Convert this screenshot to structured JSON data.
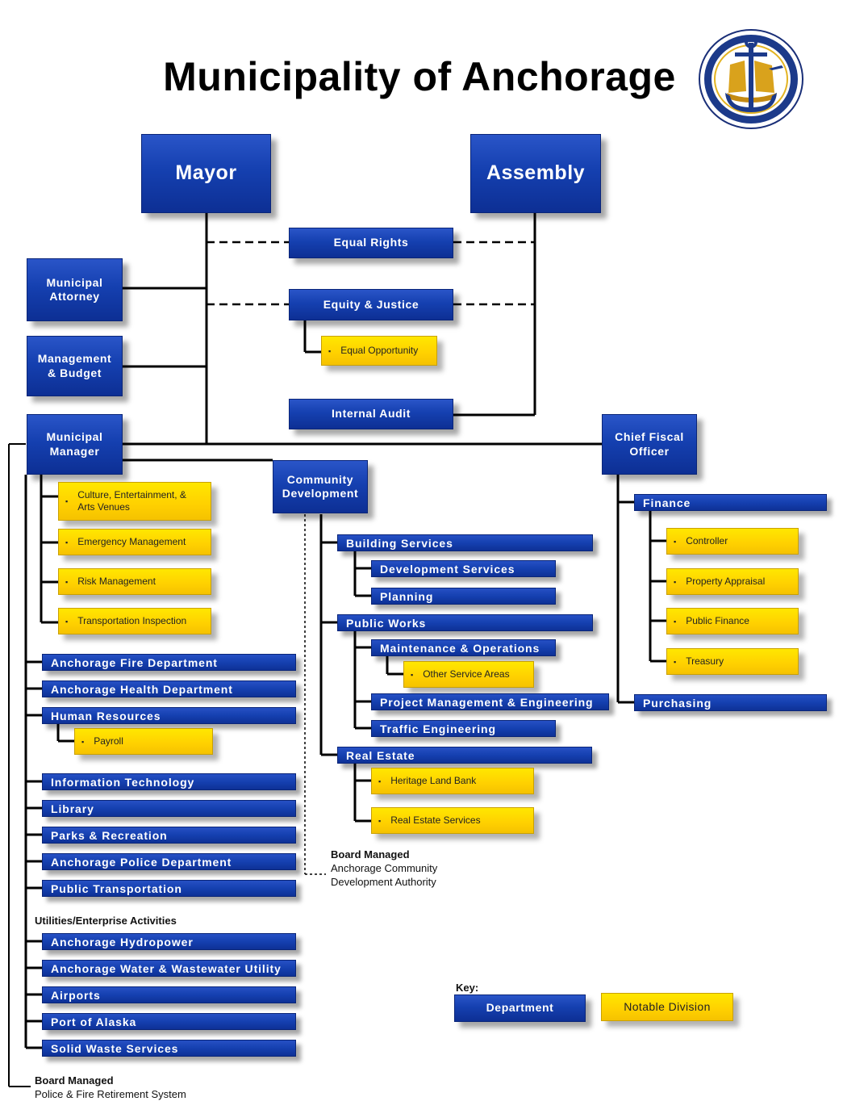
{
  "title": "Municipality of Anchorage",
  "colors": {
    "department": "#1540b0",
    "division": "#ffd000",
    "line": "#000000"
  },
  "top": {
    "mayor": "Mayor",
    "assembly": "Assembly"
  },
  "center": {
    "equal_rights": "Equal Rights",
    "equity_justice": "Equity & Justice",
    "equal_opportunity": "Equal Opportunity",
    "internal_audit": "Internal Audit"
  },
  "left_offices": {
    "municipal_attorney": "Municipal Attorney",
    "management_budget": "Management & Budget",
    "municipal_manager": "Municipal Manager"
  },
  "manager_divisions": [
    "Culture, Entertainment, & Arts Venues",
    "Emergency Management",
    "Risk Management",
    "Transportation Inspection"
  ],
  "manager_departments": [
    "Anchorage Fire Department",
    "Anchorage Health Department",
    "Human Resources",
    "Information Technology",
    "Library",
    "Parks & Recreation",
    "Anchorage Police Department",
    "Public Transportation"
  ],
  "hr_division": "Payroll",
  "utilities": {
    "heading": "Utilities/Enterprise Activities",
    "items": [
      "Anchorage Hydropower",
      "Anchorage Water & Wastewater Utility",
      "Airports",
      "Port of Alaska",
      "Solid Waste Services"
    ]
  },
  "board_managed_left": {
    "heading": "Board Managed",
    "text": "Police & Fire Retirement System"
  },
  "community_development": {
    "title": "Community Development",
    "building_services": "Building Services",
    "development_services": "Development Services",
    "planning": "Planning",
    "public_works": "Public Works",
    "maintenance_operations": "Maintenance & Operations",
    "other_service_areas": "Other Service Areas",
    "project_management": "Project Management & Engineering",
    "traffic_engineering": "Traffic Engineering",
    "real_estate": "Real Estate",
    "heritage_land_bank": "Heritage Land Bank",
    "real_estate_services": "Real Estate Services"
  },
  "board_managed_center": {
    "heading": "Board Managed",
    "line1": "Anchorage Community",
    "line2": "Development Authority"
  },
  "cfo": {
    "title": "Chief Fiscal Officer",
    "finance": "Finance",
    "divisions": [
      "Controller",
      "Property Appraisal",
      "Public Finance",
      "Treasury"
    ],
    "purchasing": "Purchasing"
  },
  "key": {
    "label": "Key:",
    "department": "Department",
    "division": "Notable Division"
  }
}
